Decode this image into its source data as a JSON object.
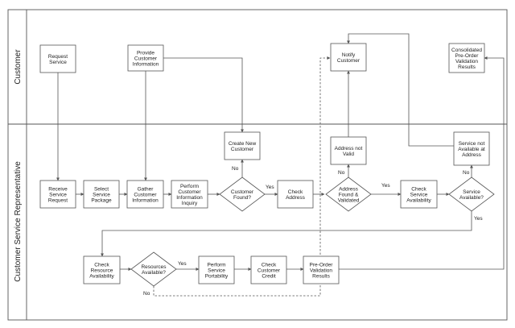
{
  "lanes": {
    "customer": "Customer",
    "csr": "Customer Service Representative"
  },
  "nodes": {
    "request_service": [
      "Request",
      "Service"
    ],
    "provide_info": [
      "Provide",
      "Customer",
      "Information"
    ],
    "notify_customer": [
      "Notify",
      "Customer"
    ],
    "consolidated": [
      "Consolidated",
      "Pre-Order",
      "Validation",
      "Results"
    ],
    "create_customer": [
      "Create New",
      "Customer"
    ],
    "address_not_valid": [
      "Address not",
      "Valid"
    ],
    "service_not_available": [
      "Service not",
      "Available at",
      "Address"
    ],
    "receive_request": [
      "Receive",
      "Service",
      "Request"
    ],
    "select_package": [
      "Select",
      "Service",
      "Package"
    ],
    "gather_info": [
      "Gather",
      "Customer",
      "Information"
    ],
    "perform_inquiry": [
      "Perform",
      "Customer",
      "Information",
      "Inquiry"
    ],
    "customer_found": [
      "Customer",
      "Found?"
    ],
    "check_address": [
      "Check",
      "Address"
    ],
    "address_found": [
      "Address",
      "Found &",
      "Validated"
    ],
    "check_availability": [
      "Check",
      "Service",
      "Availability"
    ],
    "service_available": [
      "Service",
      "Available?"
    ],
    "check_resource": [
      "Check",
      "Resource",
      "Availability"
    ],
    "resources_available": [
      "Resources",
      "Available?"
    ],
    "perform_portability": [
      "Perform",
      "Service",
      "Portability"
    ],
    "check_credit": [
      "Check",
      "Customer",
      "Credit"
    ],
    "preorder_results": [
      "Pre-Order",
      "Validation",
      "Results"
    ]
  },
  "edge_labels": {
    "customer_found_no": "No",
    "customer_found_yes": "Yes",
    "address_found_no": "No",
    "address_found_yes": "Yes",
    "service_available_no": "No",
    "service_available_yes": "Yes",
    "resources_available_yes": "Yes",
    "resources_available_no": "No"
  }
}
